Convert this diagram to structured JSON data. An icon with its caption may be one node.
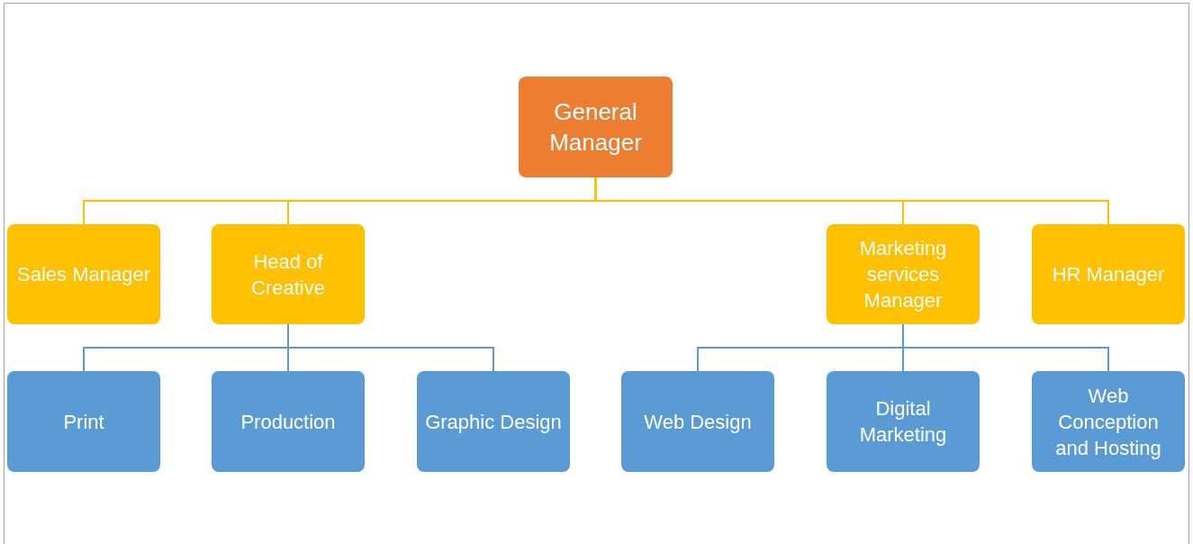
{
  "diagram": {
    "nodes": [
      {
        "text": [
          "General Manager"
        ]
      },
      {
        "text": [
          "Sales Manager"
        ]
      },
      {
        "text": [
          "Head of Creative"
        ]
      },
      {
        "text": [
          "Marketing services Manager"
        ]
      },
      {
        "text": [
          "HR Manager"
        ]
      },
      {
        "text": [
          "Print"
        ]
      },
      {
        "text": [
          "Production"
        ]
      },
      {
        "text": [
          "Graphic Design"
        ]
      },
      {
        "text": [
          "Web Design"
        ]
      },
      {
        "text": [
          "Digital Marketing"
        ]
      },
      {
        "text": [
          "Web Conception and Hosting"
        ]
      }
    ],
    "edges": [
      {
        "from": 0,
        "to": 1,
        "arrow": "none",
        "color": "#ffc000"
      },
      {
        "from": 0,
        "to": 2,
        "arrow": "none",
        "color": "#ffc000"
      },
      {
        "from": 0,
        "to": 3,
        "arrow": "none",
        "color": "#ffc000"
      },
      {
        "from": 0,
        "to": 4,
        "arrow": "none",
        "color": "#ffc000"
      },
      {
        "from": 2,
        "to": 5,
        "arrow": "none"
      },
      {
        "from": 2,
        "to": 6,
        "arrow": "none"
      },
      {
        "from": 2,
        "to": 7,
        "arrow": "none"
      },
      {
        "from": 3,
        "to": 8,
        "arrow": "none"
      },
      {
        "from": 3,
        "to": 9,
        "arrow": "none"
      },
      {
        "from": 3,
        "to": 10,
        "arrow": "none"
      }
    ]
  }
}
